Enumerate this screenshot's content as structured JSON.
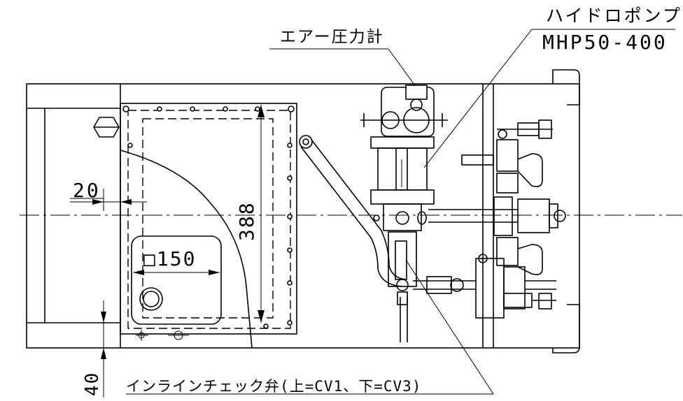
{
  "labels": {
    "hydro_pump_name": "ハイドロポンプ",
    "hydro_pump_model": "MHP50-400",
    "air_gauge": "エアー圧力計",
    "check_valve": "インラインチェック弁(上=CV1、下=CV3)"
  },
  "dimensions": {
    "offset": "20",
    "height": "388",
    "square": "□150",
    "bottom": "40"
  }
}
